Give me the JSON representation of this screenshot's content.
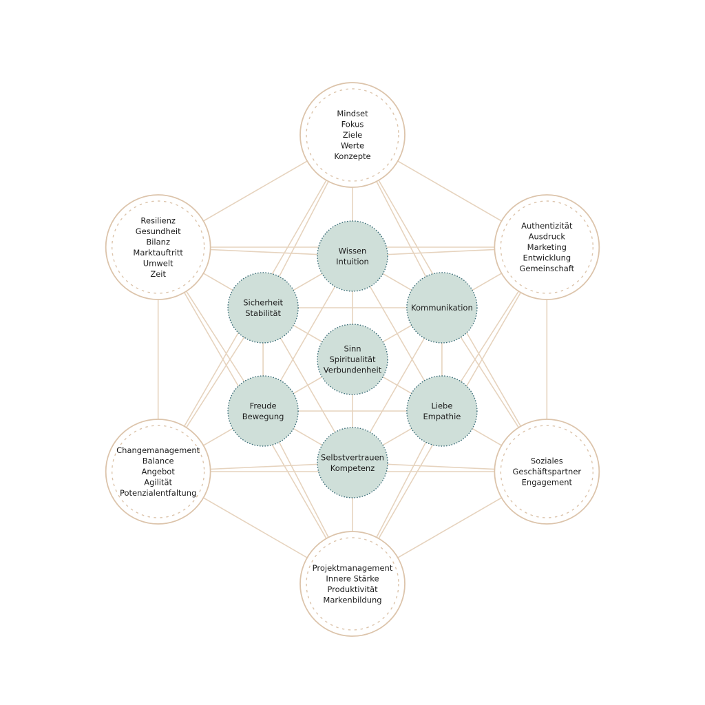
{
  "diagram": {
    "outer_nodes": [
      {
        "id": "top",
        "lines": [
          "Mindset",
          "Fokus",
          "Ziele",
          "Werte",
          "Konzepte"
        ]
      },
      {
        "id": "upper-right",
        "lines": [
          "Authentizität",
          "Ausdruck",
          "Marketing",
          "Entwicklung",
          "Gemeinschaft"
        ]
      },
      {
        "id": "lower-right",
        "lines": [
          "Soziales",
          "Geschäftspartner",
          "Engagement"
        ]
      },
      {
        "id": "bottom",
        "lines": [
          "Projektmanagement",
          "Innere Stärke",
          "Produktivität",
          "Markenbildung"
        ]
      },
      {
        "id": "lower-left",
        "lines": [
          "Changemanagement",
          "Balance",
          "Angebot",
          "Agilität",
          "Potenzialentfaltung"
        ]
      },
      {
        "id": "upper-left",
        "lines": [
          "Resilienz",
          "Gesundheit",
          "Bilanz",
          "Marktauftritt",
          "Umwelt",
          "Zeit"
        ]
      }
    ],
    "inner_nodes": [
      {
        "id": "top",
        "lines": [
          "Wissen",
          "Intuition"
        ]
      },
      {
        "id": "upper-right",
        "lines": [
          "Kommunikation"
        ]
      },
      {
        "id": "lower-right",
        "lines": [
          "Liebe",
          "Empathie"
        ]
      },
      {
        "id": "bottom",
        "lines": [
          "Selbstvertrauen",
          "Kompetenz"
        ]
      },
      {
        "id": "lower-left",
        "lines": [
          "Freude",
          "Bewegung"
        ]
      },
      {
        "id": "upper-left",
        "lines": [
          "Sicherheit",
          "Stabilität"
        ]
      },
      {
        "id": "center",
        "lines": [
          "Sinn",
          "Spiritualität",
          "Verbundenheit"
        ]
      }
    ],
    "colors": {
      "edge": "#e6d3be",
      "outer_ring": "#dcc4ab",
      "inner_fill": "#cfdfd9",
      "inner_stroke": "#3e6f7a",
      "text": "#1c1c1c"
    }
  }
}
